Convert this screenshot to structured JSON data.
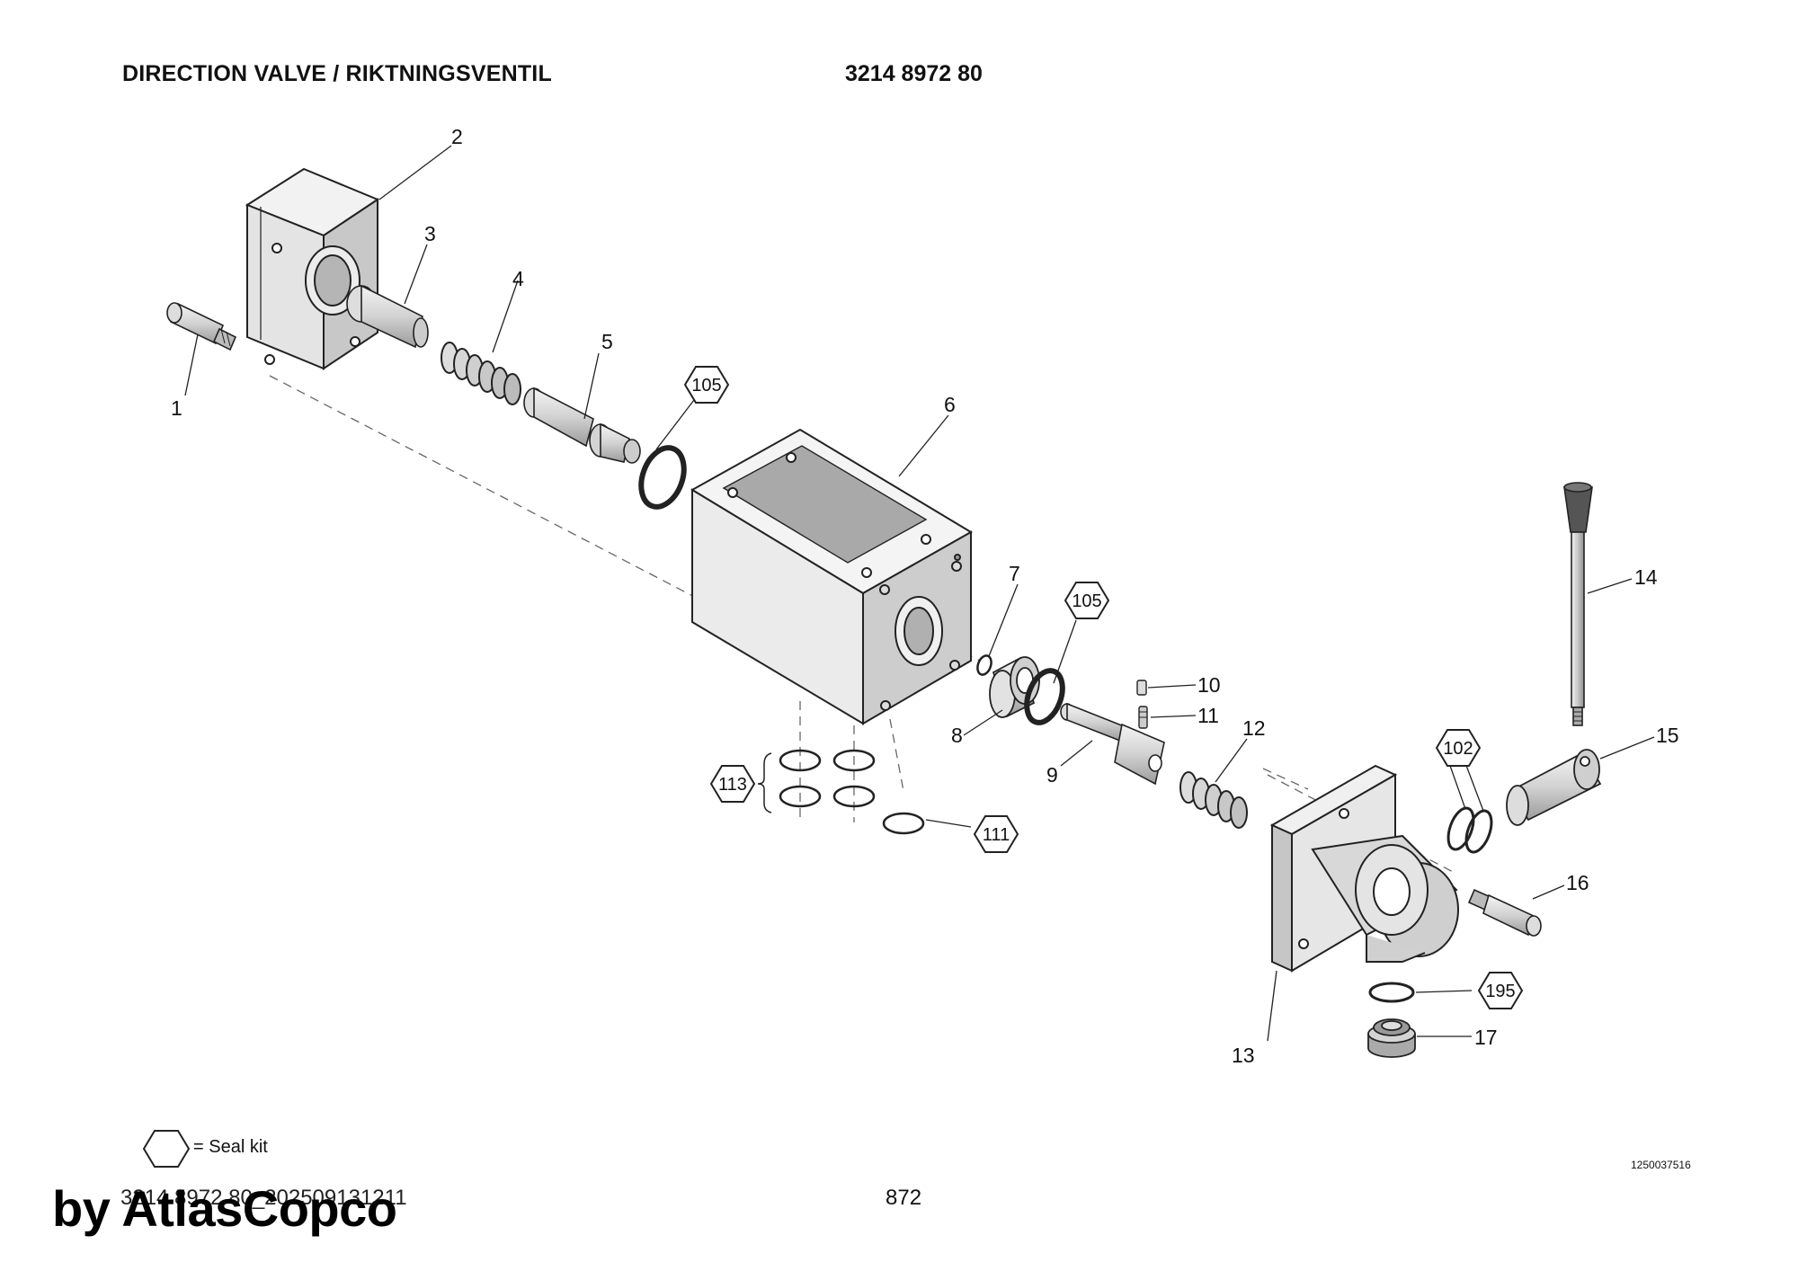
{
  "header": {
    "title": "DIRECTION VALVE / RIKTNINGSVENTIL",
    "doc_number": "3214 8972 80"
  },
  "parts": [
    "1",
    "2",
    "3",
    "4",
    "5",
    "6",
    "7",
    "8",
    "9",
    "10",
    "11",
    "12",
    "13",
    "14",
    "15",
    "16",
    "17"
  ],
  "seal_kits": [
    "105",
    "105",
    "113",
    "111",
    "102",
    "195"
  ],
  "legend": {
    "text": "= Seal kit"
  },
  "image_number": "1250037516",
  "footer": {
    "reference": "3214 8972 80_202509131211",
    "page": "872",
    "watermark": "by AtlasCopco"
  },
  "colors": {
    "metal_light": "#ececec",
    "metal_mid": "#cfcfcf",
    "metal_dark": "#9a9a9a",
    "stroke": "#222222",
    "handle_grip": "#555555"
  }
}
